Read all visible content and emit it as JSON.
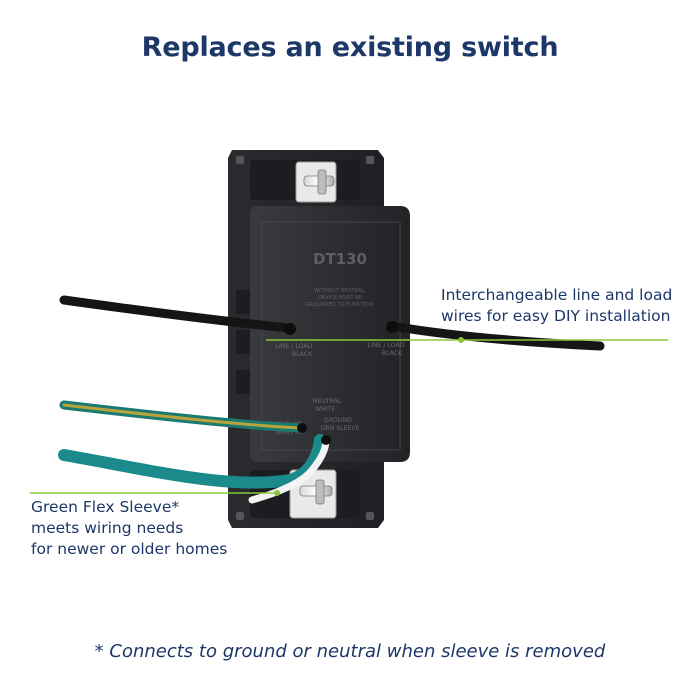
{
  "heading": "Replaces an existing switch",
  "device": {
    "model": "DT130",
    "warning_lines": [
      "WITHOUT NEUTRAL,",
      "DEVICE MUST BE",
      "GROUNDED TO FUNCTION."
    ],
    "left_terminal_lines": [
      "LINE / LOAD",
      "BLACK"
    ],
    "right_terminal_lines": [
      "LINE / LOAD",
      "BLACK"
    ],
    "neutral_lines": [
      "NEUTRAL",
      "WHITE"
    ],
    "ground_lines": [
      "GROUND",
      "GRN / YL"
    ],
    "sleeve_lines": [
      "GROUND",
      "GRN SLEEVE"
    ]
  },
  "callouts": {
    "wires": [
      "Interchangeable line and load",
      "wires for easy DIY installation"
    ],
    "sleeve": [
      "Green Flex Sleeve*",
      "meets wiring needs",
      "for newer or older homes"
    ]
  },
  "footnote": "* Connects to ground or neutral when sleeve is removed",
  "colors": {
    "heading": "#1c3768",
    "callout_line": "#8cc63f",
    "device_body": "#2b2c2f",
    "sleeve_wire": "#1a8a8a",
    "ground_yellow": "#b8a43a"
  }
}
